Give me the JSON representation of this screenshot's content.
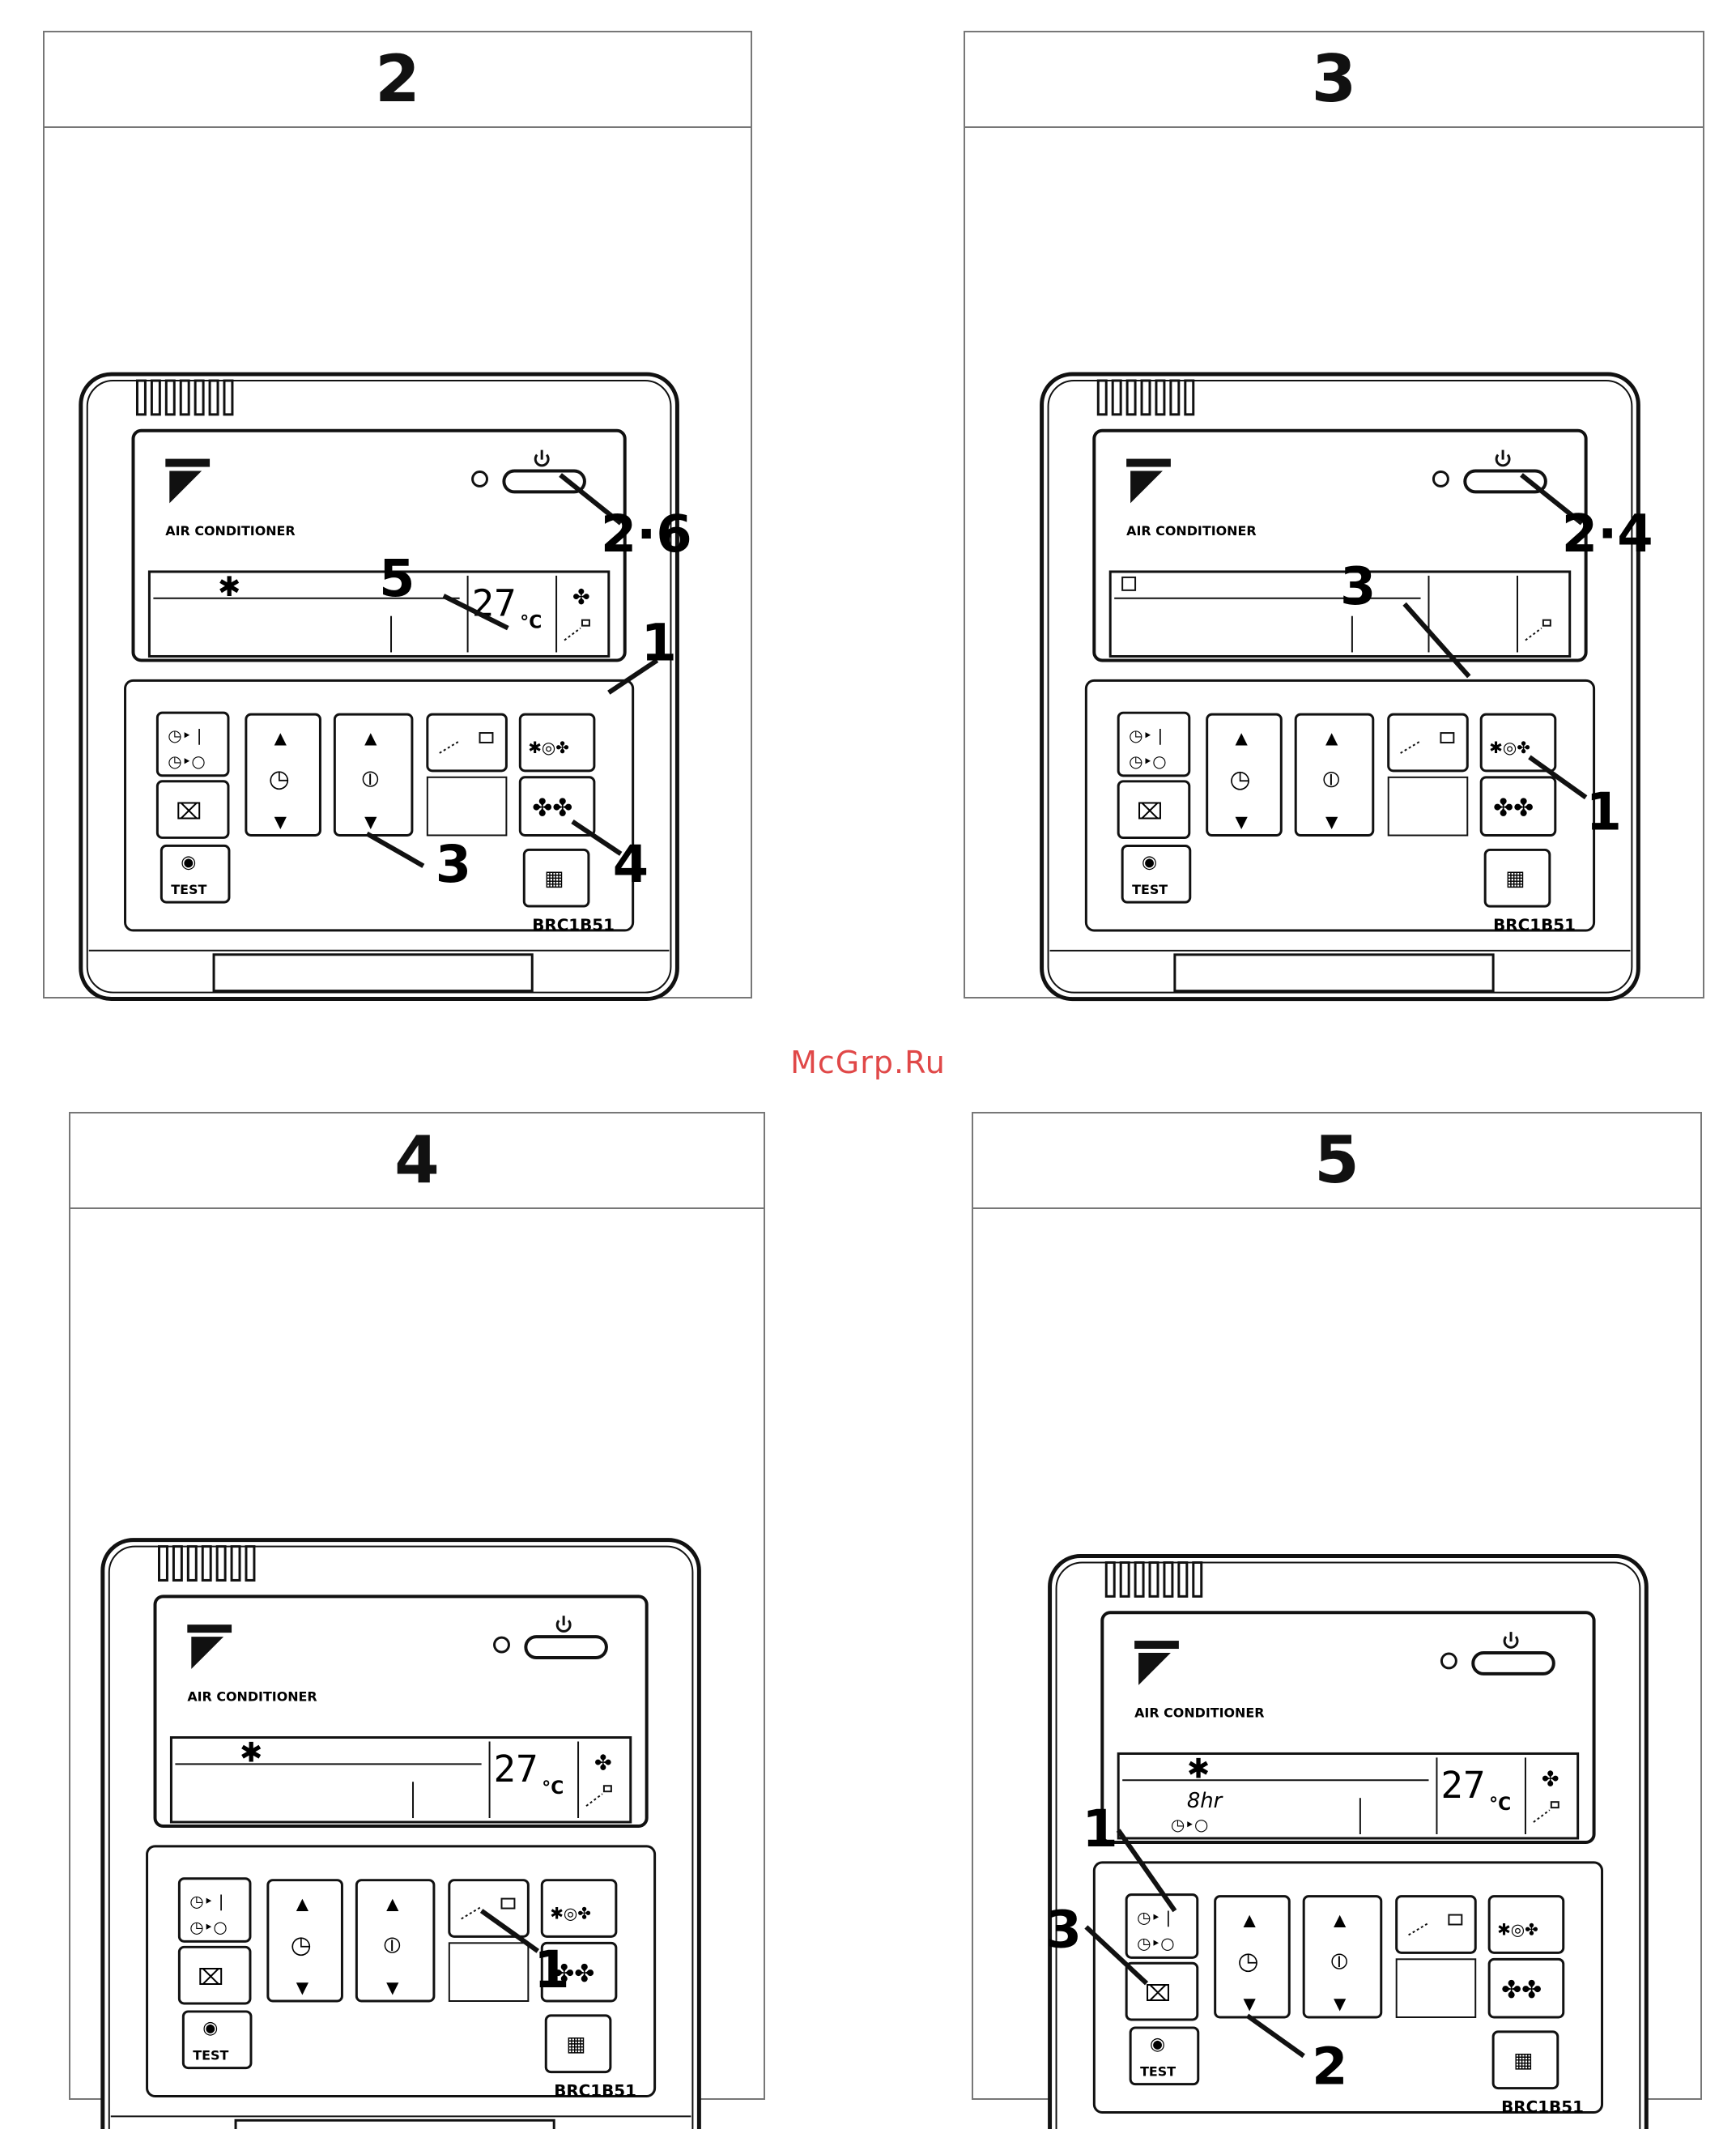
{
  "panels": [
    {
      "id": "p2",
      "number": "2",
      "device": {
        "brand_label": "AIR CONDITIONER",
        "model": "BRC1B51",
        "lcd_temp": "27",
        "lcd_unit": "°C",
        "lcd_symbol": "✱",
        "timer_hours": "",
        "test_label": "TEST"
      },
      "callouts": [
        "2·6",
        "5",
        "1",
        "3",
        "4"
      ]
    },
    {
      "id": "p3",
      "number": "3",
      "device": {
        "brand_label": "AIR CONDITIONER",
        "model": "BRC1B51",
        "lcd_temp": "",
        "lcd_unit": "",
        "lcd_symbol": "",
        "timer_hours": "",
        "test_label": "TEST"
      },
      "callouts": [
        "2·4",
        "3",
        "1"
      ]
    },
    {
      "id": "p4",
      "number": "4",
      "device": {
        "brand_label": "AIR CONDITIONER",
        "model": "BRC1B51",
        "lcd_temp": "27",
        "lcd_unit": "°C",
        "lcd_symbol": "✱",
        "timer_hours": "",
        "test_label": "TEST"
      },
      "callouts": [
        "1"
      ]
    },
    {
      "id": "p5",
      "number": "5",
      "device": {
        "brand_label": "AIR CONDITIONER",
        "model": "BRC1B51",
        "lcd_temp": "27",
        "lcd_unit": "°C",
        "lcd_symbol": "✱",
        "timer_hours": "8hr",
        "test_label": "TEST"
      },
      "callouts": [
        "1",
        "3",
        "2"
      ]
    }
  ],
  "watermark": "McGrp.Ru",
  "icons": [
    "power-icon",
    "clock-icon",
    "thermometer-icon",
    "fan-icon",
    "mode-icon",
    "louver-icon",
    "filter-icon",
    "ventilation-icon",
    "inspection-eye-icon"
  ]
}
